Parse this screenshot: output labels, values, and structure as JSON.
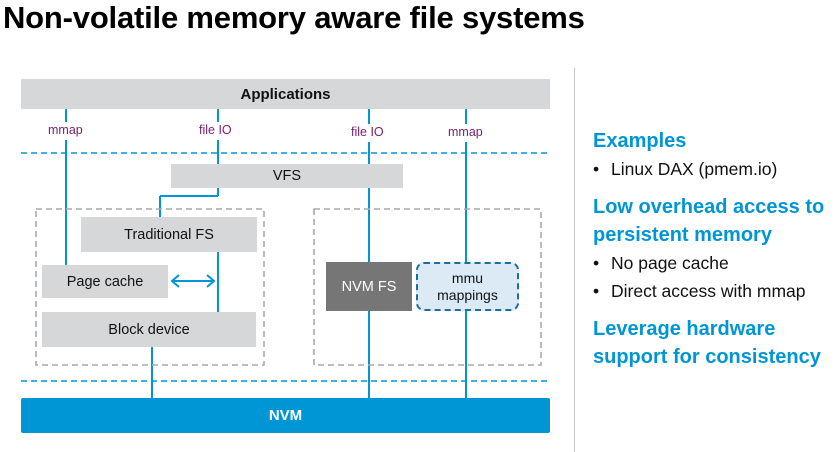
{
  "title": "Non-volatile memory aware file systems",
  "diagram": {
    "applications": "Applications",
    "vfs": "VFS",
    "traditional_fs": "Traditional FS",
    "page_cache": "Page cache",
    "block_device": "Block device",
    "nvm_fs": "NVM FS",
    "mmu_mappings": "mmu\nmappings",
    "nvm": "NVM",
    "labels": {
      "mmap_left": "mmap",
      "file_io_left": "file IO",
      "file_io_right": "file IO",
      "mmap_right": "mmap"
    },
    "colors": {
      "accent": "#0096d6",
      "box_gray": "#d6d7d9",
      "nvm_fs_gray": "#767676",
      "label_purple": "#7a2070"
    }
  },
  "side": {
    "examples": {
      "heading": "Examples",
      "items": [
        "Linux DAX (pmem.io)"
      ]
    },
    "low_overhead": {
      "heading_line1": "Low overhead access to",
      "heading_line2": "persistent memory",
      "items": [
        "No page cache",
        "Direct access with mmap"
      ]
    },
    "leverage": {
      "heading_line1": "Leverage hardware",
      "heading_line2": "support for consistency"
    }
  }
}
